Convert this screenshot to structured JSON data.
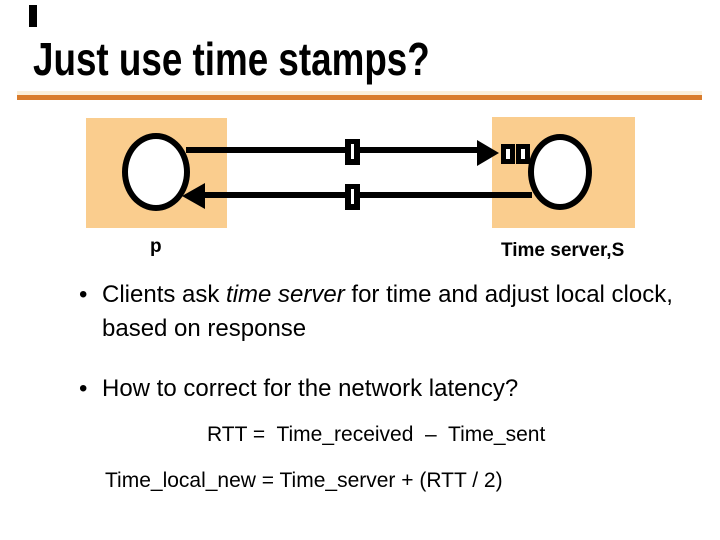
{
  "slide": {
    "title": "Just use time stamps?",
    "bullet_char": "•",
    "colors": {
      "accent_rule": "#D97C2C",
      "node_box_fill": "#FACD8E",
      "text": "#000000"
    },
    "diagram": {
      "client_label": "p",
      "server_label": "Time server,S",
      "icons": [
        "missing-glyph-bar",
        "request-arrow-right",
        "reply-arrow-left",
        "message-marker-top",
        "message-marker-bottom",
        "server-glyph-box-1",
        "server-glyph-box-2"
      ]
    },
    "bullet1": {
      "prefix": "Clients ask ",
      "emphasis": "time server",
      "suffix": " for time and adjust local clock, based on response"
    },
    "bullet2": "How to correct for the network latency?",
    "formulas": {
      "rtt": "RTT =  Time_received  –  Time_sent",
      "time_local": "Time_local_new = Time_server + (RTT / 2)"
    }
  }
}
